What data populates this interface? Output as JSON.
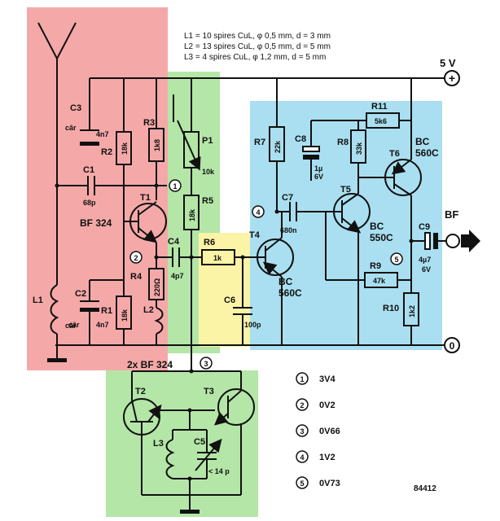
{
  "coil_notes": [
    "L1 = 10 spires CuL, φ 0,5 mm, d = 3 mm",
    "L2 = 13 spires CuL, φ 0,5 mm, d = 5 mm",
    "L3 =   4 spires CuL, φ 1,2 mm, d = 5 mm"
  ],
  "supply": {
    "label": "5 V",
    "plus": "+",
    "zero": "0"
  },
  "output_label": "BF",
  "drawing_number": "84412",
  "pair_label": "2x  BF 324",
  "regions": {
    "red": "#f4a9a8",
    "green": "#b4e6a7",
    "yellow": "#fbf3a6",
    "cyan": "#a9dff0"
  },
  "parts": {
    "L1": {
      "name": "L1",
      "value": "câr"
    },
    "C1": {
      "name": "C1",
      "value": "68p"
    },
    "C2": {
      "name": "C2",
      "value": "4n7",
      "note": "câr"
    },
    "C3": {
      "name": "C3",
      "value": "4n7",
      "note": "câr"
    },
    "C4": {
      "name": "C4",
      "value": "4p7"
    },
    "C5": {
      "name": "C5",
      "value": "< 14 p"
    },
    "C6": {
      "name": "C6",
      "value": "100p"
    },
    "C7": {
      "name": "C7",
      "value": "680n"
    },
    "C8": {
      "name": "C8",
      "value": "1µ",
      "value2": "6V"
    },
    "C9": {
      "name": "C9",
      "value": "4µ7",
      "value2": "6V"
    },
    "R1": {
      "name": "R1",
      "value": "18k"
    },
    "R2": {
      "name": "R2",
      "value": "18k"
    },
    "R3": {
      "name": "R3",
      "value": "1k8"
    },
    "R4": {
      "name": "R4",
      "value": "220Ω"
    },
    "R5": {
      "name": "R5",
      "value": "18k"
    },
    "R6": {
      "name": "R6",
      "value": "1k"
    },
    "R7": {
      "name": "R7",
      "value": "22k"
    },
    "R8": {
      "name": "R8",
      "value": "33k"
    },
    "R9": {
      "name": "R9",
      "value": "47k"
    },
    "R10": {
      "name": "R10",
      "value": "1k2"
    },
    "R11": {
      "name": "R11",
      "value": "5k6"
    },
    "P1": {
      "name": "P1",
      "value": "10k"
    },
    "L2": {
      "name": "L2"
    },
    "L3": {
      "name": "L3"
    },
    "T1": {
      "name": "T1",
      "type": "BF 324"
    },
    "T2": {
      "name": "T2"
    },
    "T3": {
      "name": "T3"
    },
    "T4": {
      "name": "T4",
      "type": "BC",
      "type2": "560C"
    },
    "T5": {
      "name": "T5",
      "type": "BC",
      "type2": "550C"
    },
    "T6": {
      "name": "T6",
      "type": "BC",
      "type2": "560C"
    }
  },
  "test_points": [
    {
      "n": "1",
      "value": "3V4"
    },
    {
      "n": "2",
      "value": "0V2"
    },
    {
      "n": "3",
      "value": "0V66"
    },
    {
      "n": "4",
      "value": "1V2"
    },
    {
      "n": "5",
      "value": "0V73"
    }
  ]
}
